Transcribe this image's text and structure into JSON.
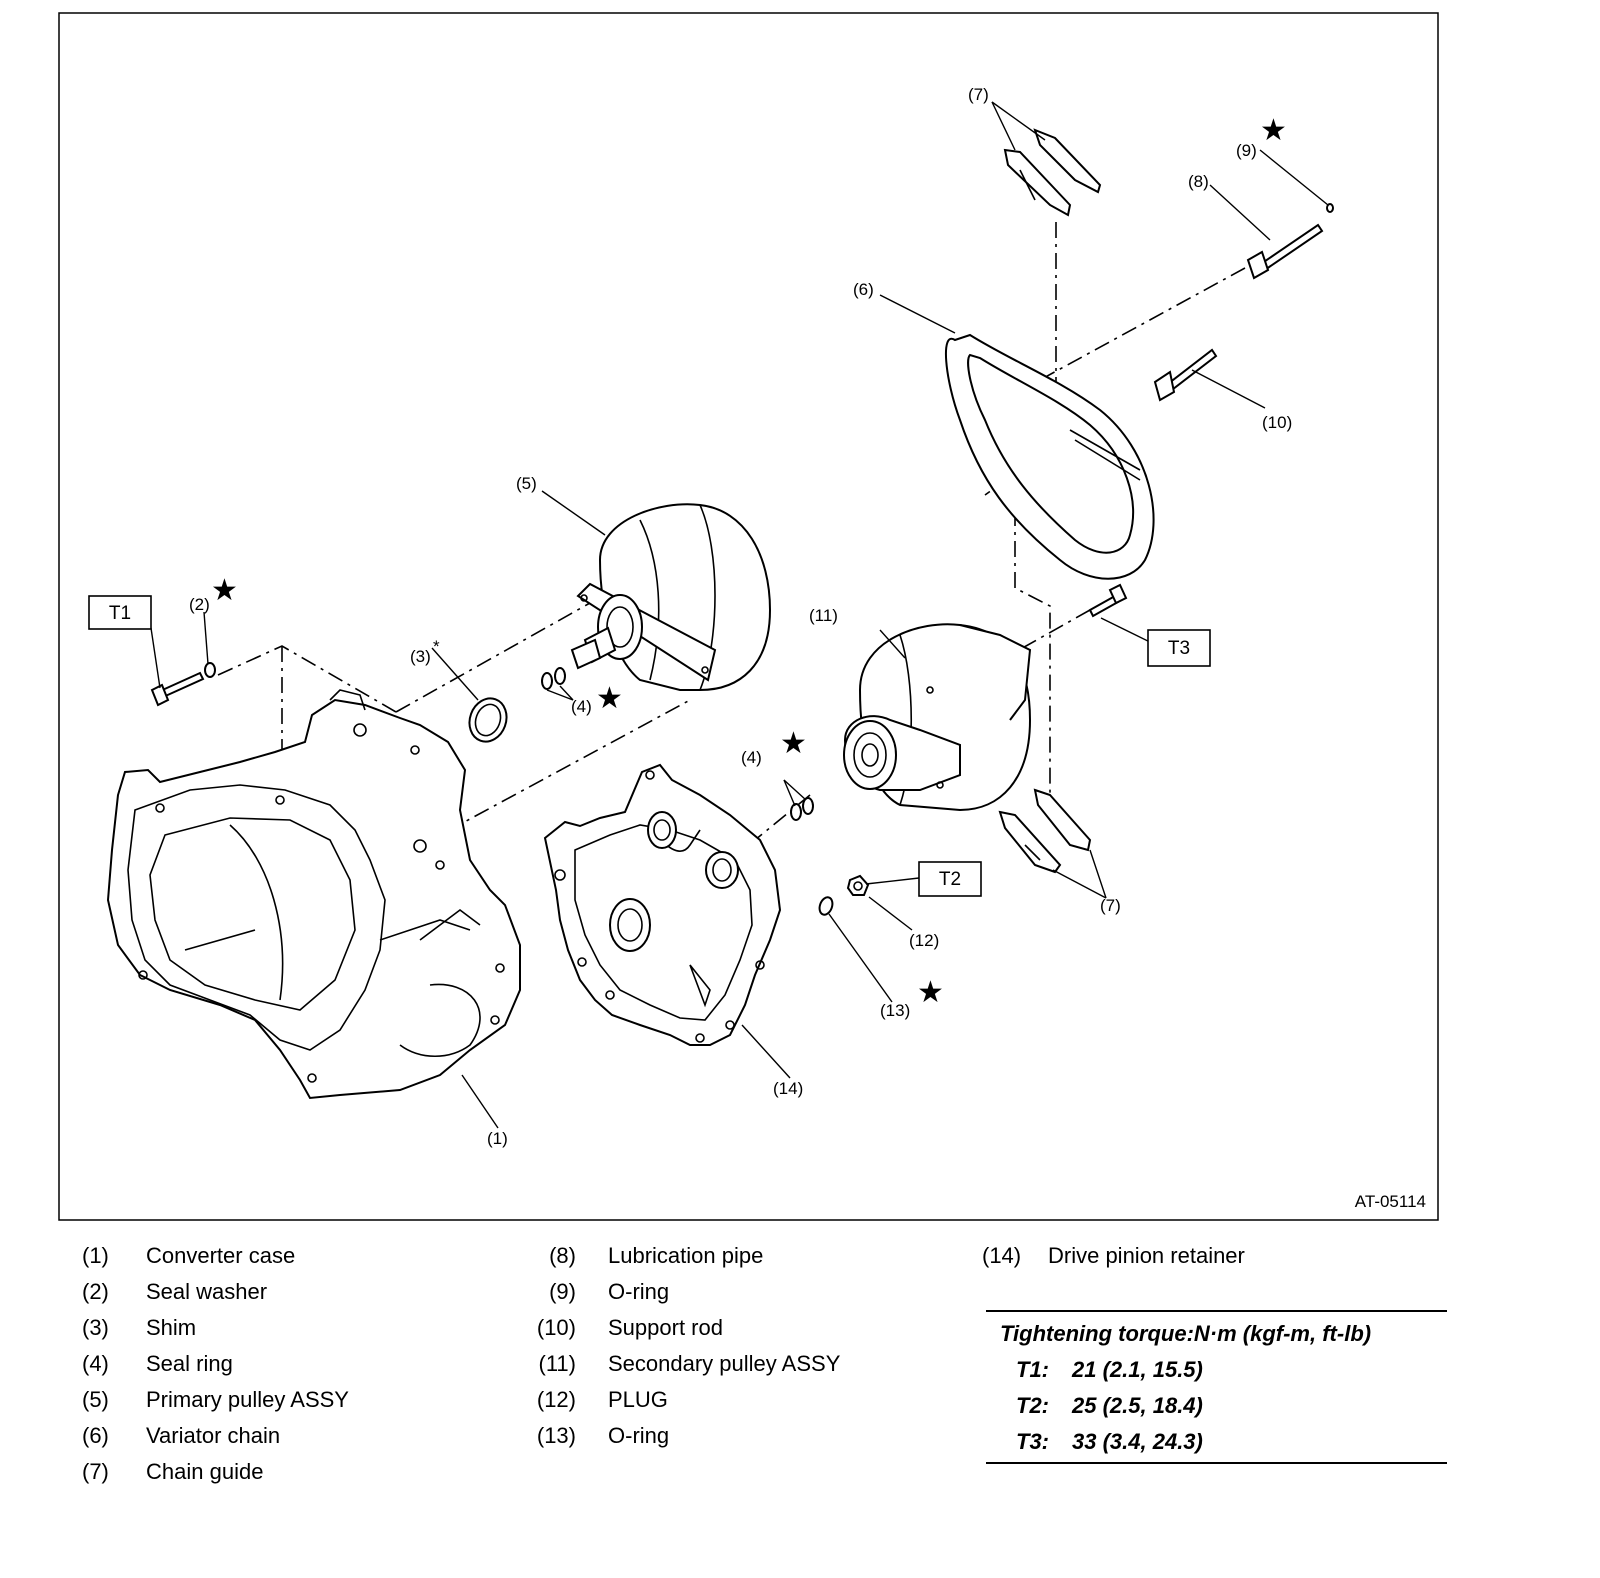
{
  "figure": {
    "id": "AT-05114",
    "callouts": {
      "c1": "(1)",
      "c2": "(2)",
      "c3": "(3)",
      "c3_mark": "*",
      "c4a": "(4)",
      "c4b": "(4)",
      "c5": "(5)",
      "c6": "(6)",
      "c7a": "(7)",
      "c7b": "(7)",
      "c8": "(8)",
      "c9": "(9)",
      "c10": "(10)",
      "c11": "(11)",
      "c12": "(12)",
      "c13": "(13)",
      "c14": "(14)"
    },
    "torque_tags": {
      "t1": "T1",
      "t2": "T2",
      "t3": "T3"
    },
    "replace_symbol": "★"
  },
  "legend": {
    "col1": [
      {
        "num": "(1)",
        "name": "Converter case"
      },
      {
        "num": "(2)",
        "name": "Seal washer"
      },
      {
        "num": "(3)",
        "name": "Shim"
      },
      {
        "num": "(4)",
        "name": "Seal ring"
      },
      {
        "num": "(5)",
        "name": "Primary pulley ASSY"
      },
      {
        "num": "(6)",
        "name": "Variator chain"
      },
      {
        "num": "(7)",
        "name": "Chain guide"
      }
    ],
    "col2": [
      {
        "num": "(8)",
        "name": "Lubrication pipe"
      },
      {
        "num": "(9)",
        "name": "O-ring"
      },
      {
        "num": "(10)",
        "name": "Support rod"
      },
      {
        "num": "(11)",
        "name": "Secondary pulley ASSY"
      },
      {
        "num": "(12)",
        "name": "PLUG"
      },
      {
        "num": "(13)",
        "name": "O-ring"
      }
    ],
    "col3": [
      {
        "num": "(14)",
        "name": "Drive pinion retainer"
      }
    ]
  },
  "torque": {
    "title": "Tightening torque:N·m (kgf-m, ft-lb)",
    "rows": [
      {
        "id": "T1:",
        "value": "21 (2.1, 15.5)"
      },
      {
        "id": "T2:",
        "value": "25 (2.5, 18.4)"
      },
      {
        "id": "T3:",
        "value": "33 (3.4, 24.3)"
      }
    ]
  }
}
